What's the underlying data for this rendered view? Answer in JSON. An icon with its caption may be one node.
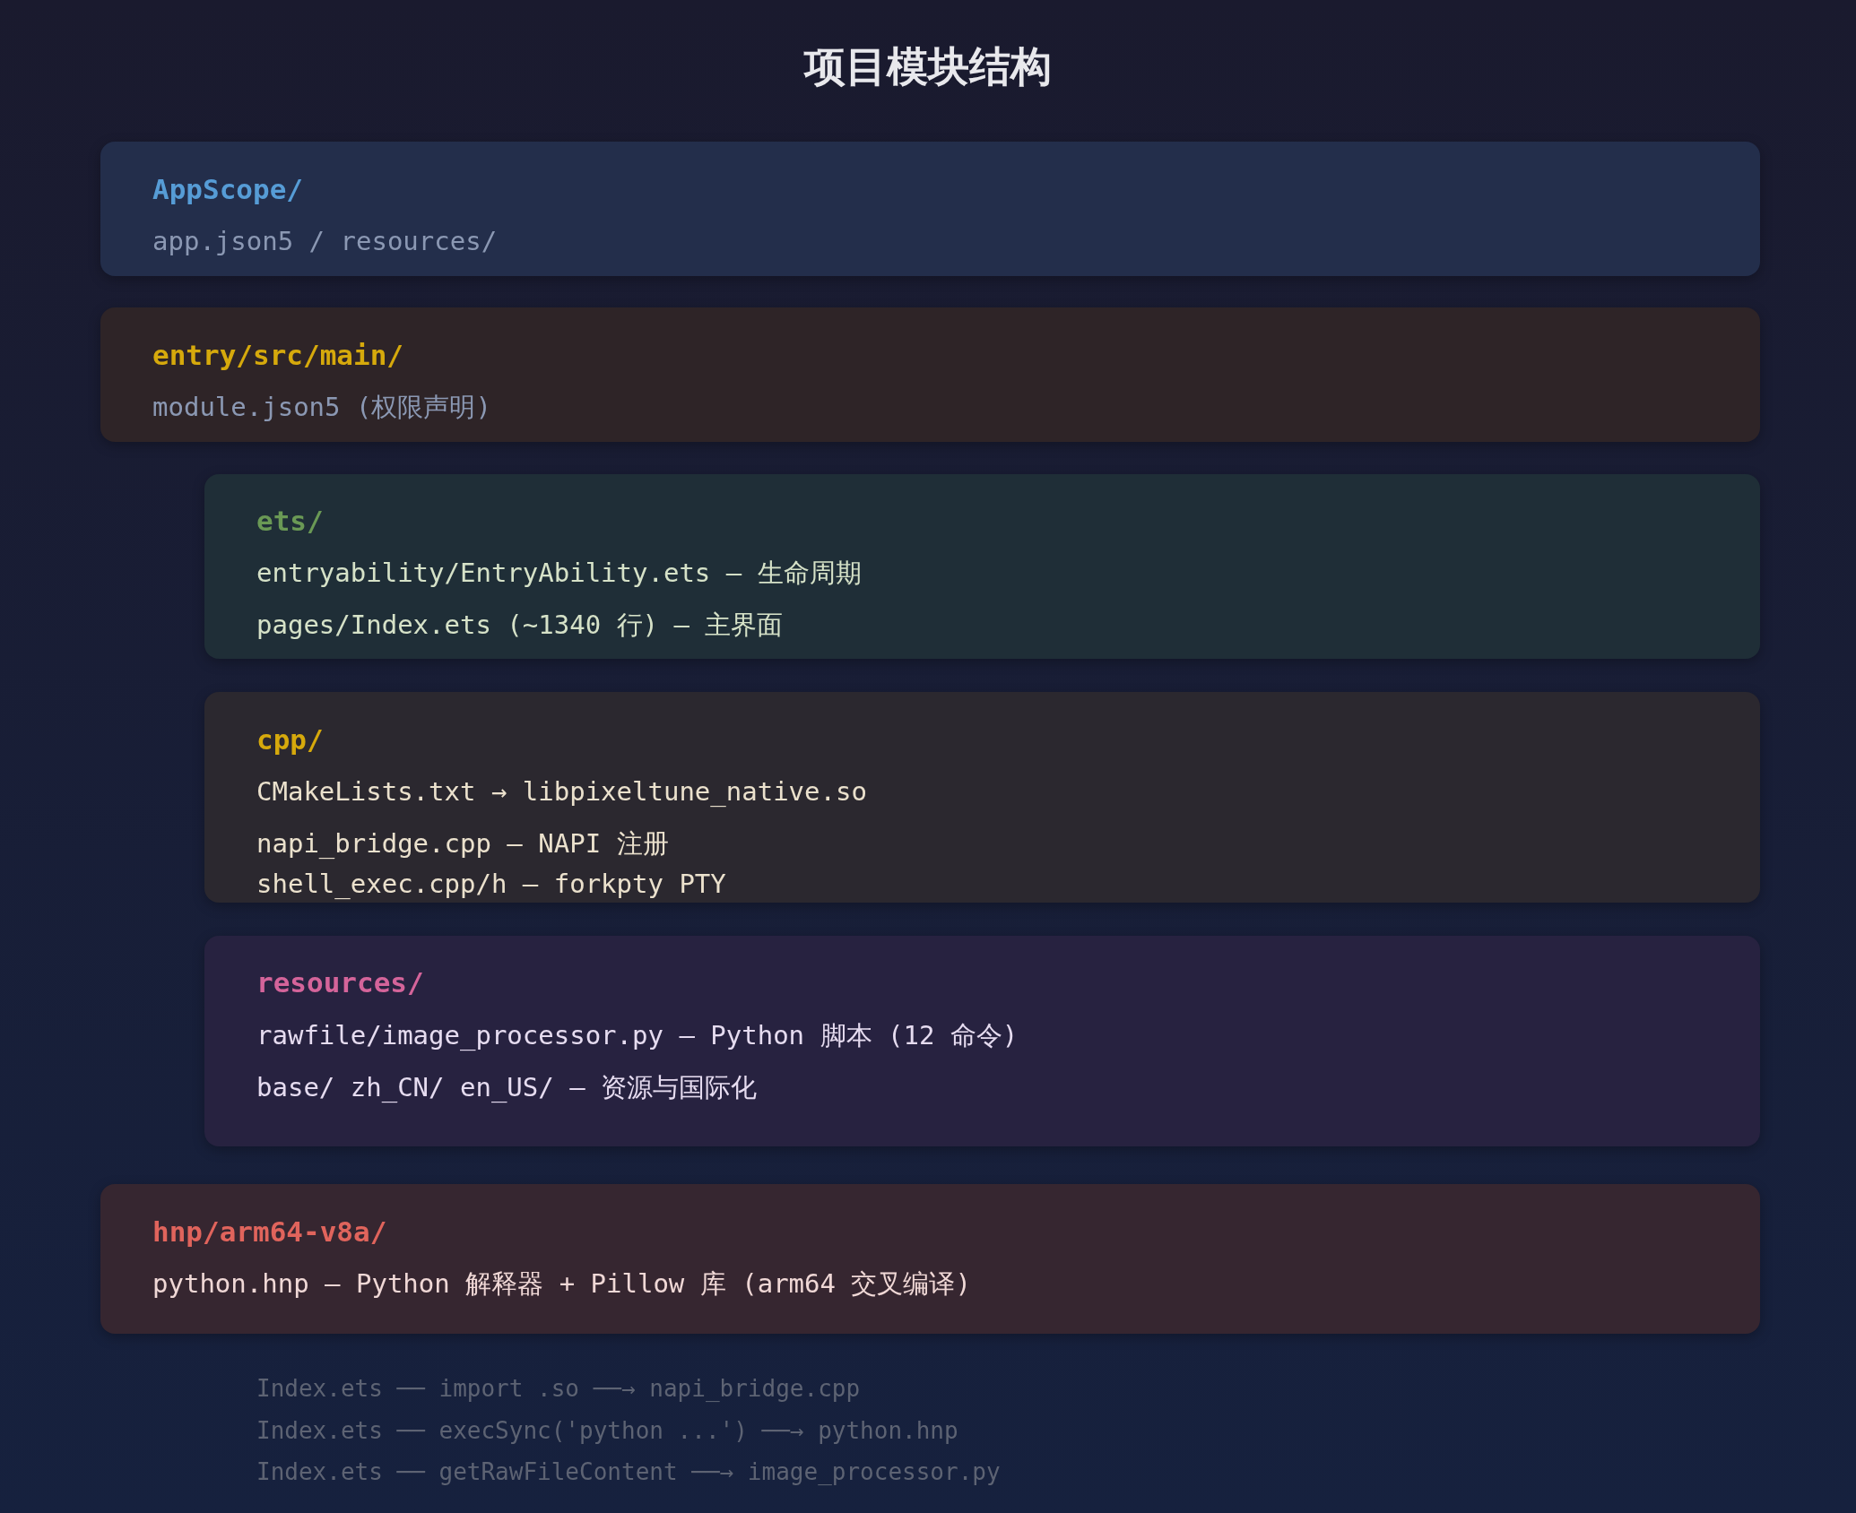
{
  "diagram": {
    "title": "项目模块结构",
    "nodes": [
      {
        "text": [
          "AppScope/",
          "app.json5 / resources/"
        ]
      },
      {
        "text": [
          "entry/src/main/",
          "module.json5 (权限声明)"
        ]
      },
      {
        "text": [
          "ets/",
          "entryability/EntryAbility.ets — 生命周期",
          "pages/Index.ets (~1340 行) — 主界面"
        ]
      },
      {
        "text": [
          "cpp/",
          "CMakeLists.txt → libpixeltune_native.so",
          "napi_bridge.cpp — NAPI 注册",
          "shell_exec.cpp/h — forkpty PTY"
        ]
      },
      {
        "text": [
          "resources/",
          "rawfile/image_processor.py — Python 脚本 (12 命令)",
          "base/ zh_CN/ en_US/ — 资源与国际化"
        ]
      },
      {
        "text": [
          "hnp/arm64-v8a/",
          "python.hnp — Python 解释器 + Pillow 库 (arm64 交叉编译)"
        ]
      }
    ],
    "labels": [
      "Index.ets ── import .so ──→ napi_bridge.cpp",
      "Index.ets ── execSync('python ...') ──→ python.hnp",
      "Index.ets ── getRawFileContent ──→ image_processor.py"
    ]
  }
}
